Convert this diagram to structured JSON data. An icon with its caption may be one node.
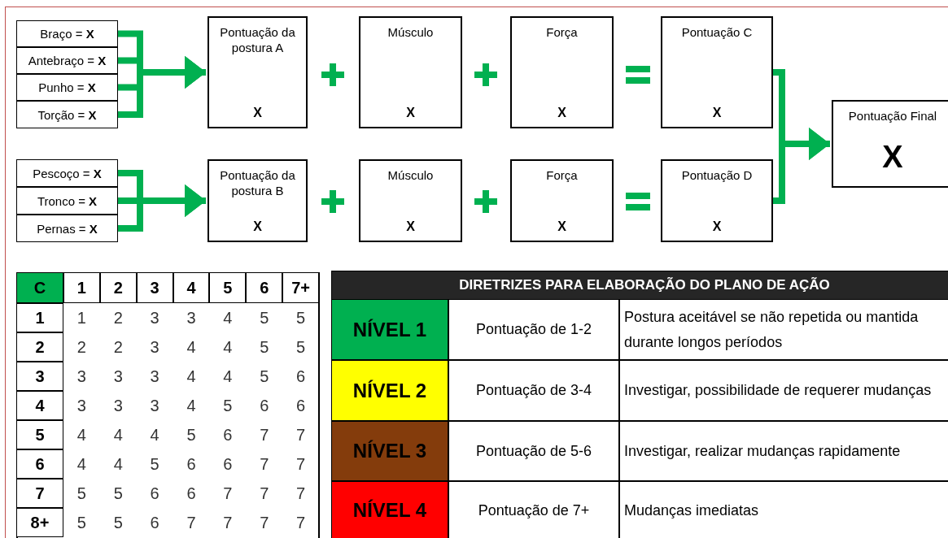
{
  "diagram": {
    "nodes": [
      {
        "text": [
          "Braço = **X**"
        ]
      },
      {
        "text": [
          "Antebraço = **X**"
        ]
      },
      {
        "text": [
          "Punho = **X**"
        ]
      },
      {
        "text": [
          "Torção = **X**"
        ]
      },
      {
        "text": [
          "Pontuação da postura A",
          "X"
        ]
      },
      {
        "text": [
          "Músculo",
          "X"
        ]
      },
      {
        "text": [
          "Força",
          "X"
        ]
      },
      {
        "text": [
          "Pontuação C",
          "X"
        ]
      },
      {
        "text": [
          "Pescoço = **X**"
        ]
      },
      {
        "text": [
          "Tronco = **X**"
        ]
      },
      {
        "text": [
          "Pernas = **X**"
        ]
      },
      {
        "text": [
          "Pontuação da postura B",
          "X"
        ]
      },
      {
        "text": [
          "Músculo",
          "X"
        ]
      },
      {
        "text": [
          "Força",
          "X"
        ]
      },
      {
        "text": [
          "Pontuação D",
          "X"
        ]
      },
      {
        "text": [
          "Pontuação Final",
          "X"
        ]
      }
    ],
    "edges": [
      {
        "from": 0,
        "to": 4,
        "arrow": "to"
      },
      {
        "from": 1,
        "to": 4,
        "arrow": "to"
      },
      {
        "from": 2,
        "to": 4,
        "arrow": "to"
      },
      {
        "from": 3,
        "to": 4,
        "arrow": "to"
      },
      {
        "from": 8,
        "to": 11,
        "arrow": "to"
      },
      {
        "from": 9,
        "to": 11,
        "arrow": "to"
      },
      {
        "from": 10,
        "to": 11,
        "arrow": "to"
      },
      {
        "from": 7,
        "to": 15,
        "arrow": "to"
      },
      {
        "from": 14,
        "to": 15,
        "arrow": "to"
      }
    ],
    "labels": [
      "C",
      "1",
      "2",
      "3",
      "4",
      "5",
      "6",
      "7+",
      "1",
      "1",
      "2",
      "3",
      "3",
      "4",
      "5",
      "5",
      "2",
      "2",
      "2",
      "3",
      "4",
      "4",
      "5",
      "5",
      "3",
      "3",
      "3",
      "3",
      "4",
      "4",
      "5",
      "6",
      "4",
      "3",
      "3",
      "3",
      "4",
      "5",
      "6",
      "6",
      "5",
      "4",
      "4",
      "4",
      "5",
      "6",
      "7",
      "7",
      "6",
      "4",
      "4",
      "5",
      "6",
      "6",
      "7",
      "7",
      "7",
      "5",
      "5",
      "6",
      "6",
      "7",
      "7",
      "7",
      "8+",
      "5",
      "5",
      "6",
      "7",
      "7",
      "7",
      "7",
      "DIRETRIZES PARA ELABORAÇÃO DO PLANO DE AÇÃO",
      "NÍVEL 1",
      "Pontuação de 1-2",
      "Postura aceitável se não repetida ou mantida durante longos períodos",
      "NÍVEL 2",
      "Pontuação de 3-4",
      "Investigar, possibilidade de requerer mudanças",
      "NÍVEL 3",
      "Pontuação de 5-6",
      "Investigar, realizar mudanças rapidamente",
      "NÍVEL 4",
      "Pontuação de 7+",
      "Mudanças imediatas"
    ]
  }
}
